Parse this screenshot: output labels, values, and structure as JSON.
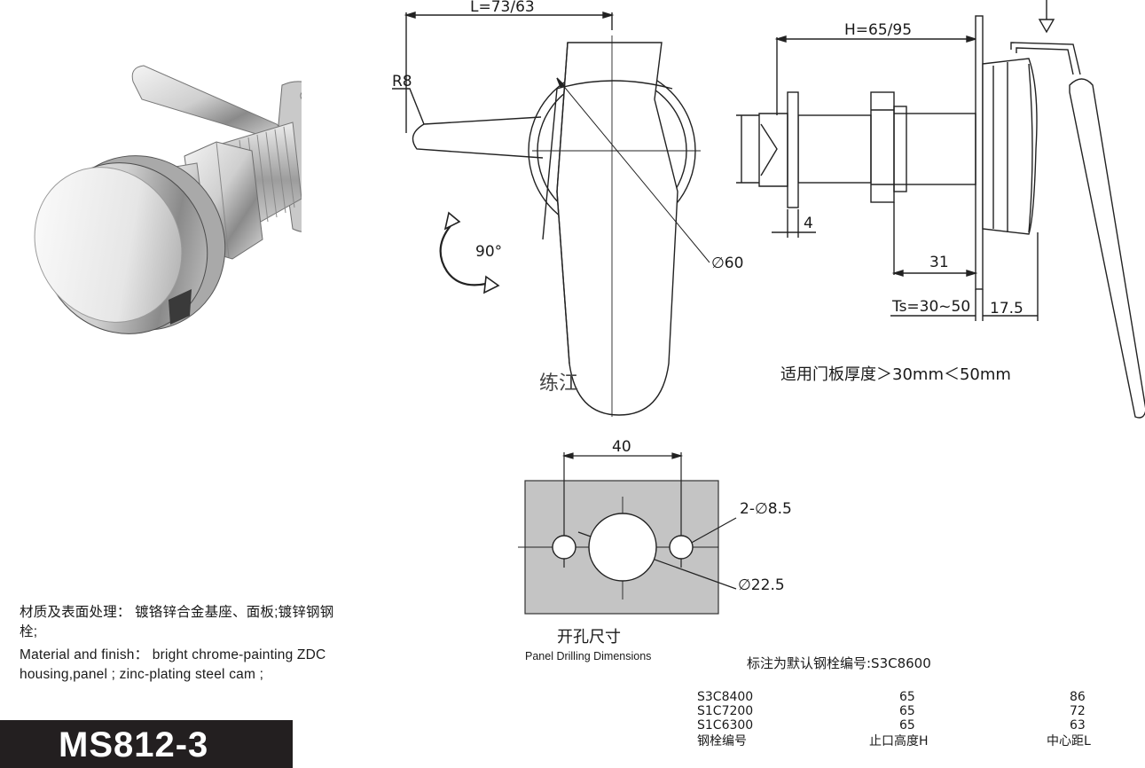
{
  "dimensions": {
    "length": "L=73/63",
    "radius": "R8",
    "height": "H=65/95",
    "rotation": "90°",
    "diameter_plate": "∅60",
    "flange": "4",
    "shank": "31",
    "thickness_range": "Ts=30~50",
    "depth": "17.5",
    "hole_spacing": "40",
    "small_holes": "2-∅8.5",
    "center_hole": "∅22.5"
  },
  "watermark": "练江",
  "door_thickness_note": "适用门板厚度＞30mm＜50mm",
  "drilling": {
    "title_cn": "开孔尺寸",
    "title_en": "Panel Drilling Dimensions"
  },
  "default_bolt_note": "标注为默认钢栓编号:S3C8600",
  "table": {
    "rows": [
      {
        "code": "S3C8400",
        "h": "65",
        "l": "86"
      },
      {
        "code": "S1C7200",
        "h": "65",
        "l": "72"
      },
      {
        "code": "S1C6300",
        "h": "65",
        "l": "63"
      }
    ],
    "headers": {
      "code": "钢栓编号",
      "h": "止口高度H",
      "l": "中心距L"
    }
  },
  "material": {
    "cn_line1": "材质及表面处理： 镀铬锌合金基座、面板;镀锌钢钢",
    "cn_line2": "栓;",
    "en_line1": "Material and finish： bright chrome-painting ZDC",
    "en_line2": "housing,panel ; zinc-plating steel cam ;"
  },
  "model": "MS812-3"
}
